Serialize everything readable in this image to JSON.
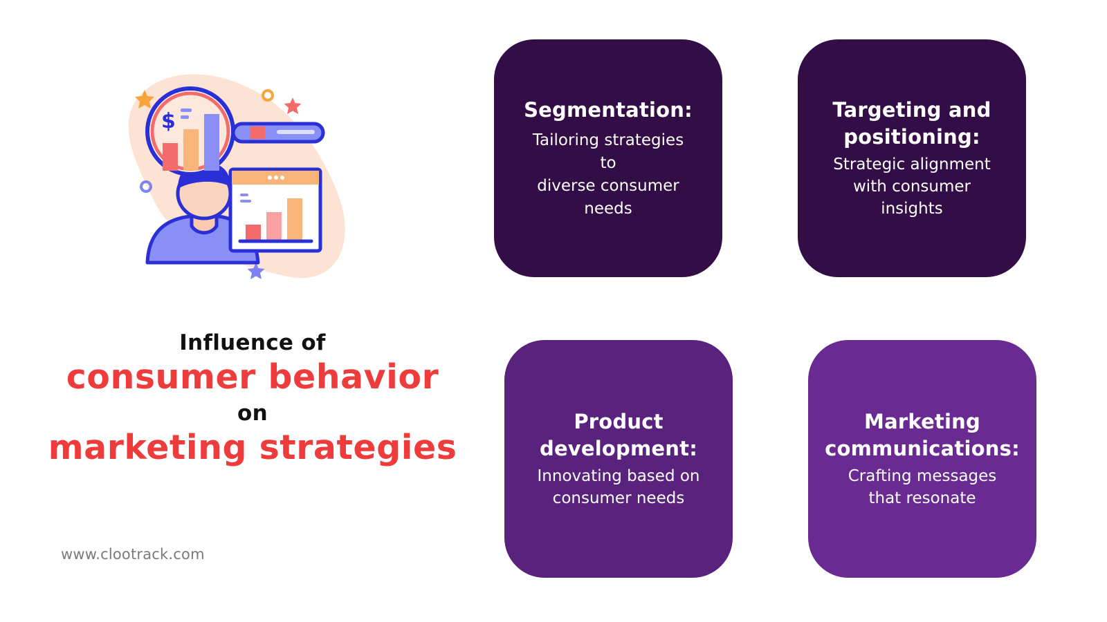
{
  "headline": {
    "line1": "Influence of",
    "line2": "consumer behavior",
    "line3": "on",
    "line4": "marketing strategies"
  },
  "website": "www.clootrack.com",
  "illustration": {
    "icon": "consumer-research-magnifier-icon"
  },
  "cards": [
    {
      "title_lines": [
        "Segmentation:"
      ],
      "desc_lines": [
        "Tailoring strategies",
        "to",
        "diverse consumer",
        "needs"
      ]
    },
    {
      "title_lines": [
        "Targeting and",
        "positioning:"
      ],
      "desc_lines": [
        "Strategic alignment",
        "with consumer",
        "insights"
      ]
    },
    {
      "title_lines": [
        "Product",
        "development:"
      ],
      "desc_lines": [
        "Innovating based on",
        "consumer needs"
      ]
    },
    {
      "title_lines": [
        "Marketing",
        "communications:"
      ],
      "desc_lines": [
        "Crafting messages",
        "that resonate"
      ]
    }
  ],
  "colors": {
    "accent_red": "#ee3b3b",
    "card_dark": "#330d45",
    "card_mid": "#58227d",
    "card_light": "#692a92",
    "illustration_blue": "#2a2fd6",
    "illustration_orange": "#f9b47a"
  }
}
